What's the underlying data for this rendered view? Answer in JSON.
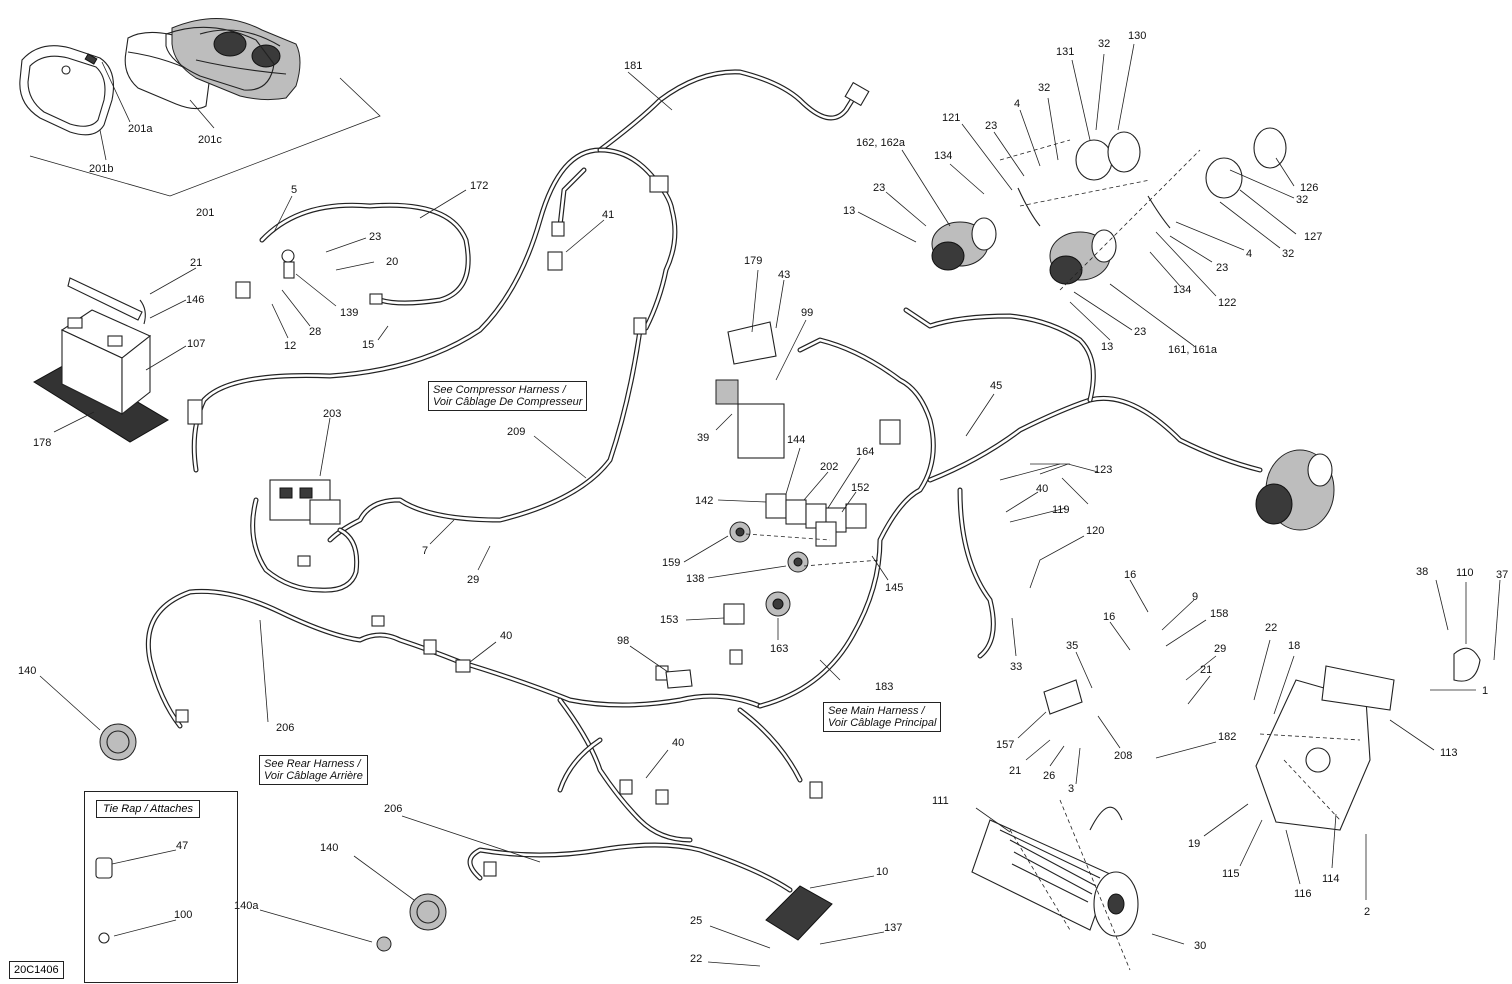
{
  "labels": {
    "l201a": "201a",
    "l201b": "201b",
    "l201c": "201c",
    "l201": "201",
    "l181": "181",
    "l172": "172",
    "l5": "5",
    "l23a": "23",
    "l20": "20",
    "l21a": "21",
    "l146": "146",
    "l139": "139",
    "l12": "12",
    "l28": "28",
    "l15": "15",
    "l107": "107",
    "l178": "178",
    "l41": "41",
    "l209": "209",
    "l203": "203",
    "l7": "7",
    "l29a": "29",
    "l179": "179",
    "l43": "43",
    "l99": "99",
    "l39": "39",
    "l144": "144",
    "l202": "202",
    "l164": "164",
    "l152": "152",
    "l142": "142",
    "l159": "159",
    "l138": "138",
    "l145": "145",
    "l163": "163",
    "l153": "153",
    "l98": "98",
    "l183": "183",
    "l40a": "40",
    "l40b": "40",
    "l40c": "40",
    "l206a": "206",
    "l206b": "206",
    "l140a": "140",
    "l140b": "140",
    "l140c": "140a",
    "l47": "47",
    "l100": "100",
    "l10": "10",
    "l25": "25",
    "l22a": "22",
    "l137": "137",
    "l162": "162, 162a",
    "l121": "121",
    "l23b": "23",
    "l4a": "4",
    "l32a": "32",
    "l131": "131",
    "l32b": "32",
    "l130": "130",
    "l134a": "134",
    "l23c": "23",
    "l13a": "13",
    "l126": "126",
    "l32c": "32",
    "l127": "127",
    "l32d": "32",
    "l4b": "4",
    "l23d": "23",
    "l134b": "134",
    "l122": "122",
    "l23e": "23",
    "l13b": "13",
    "l161": "161, 161a",
    "l45": "45",
    "l123": "123",
    "l119": "119",
    "l120": "120",
    "l33": "33",
    "l16a": "16",
    "l9": "9",
    "l158": "158",
    "l16b": "16",
    "l35": "35",
    "l29b": "29",
    "l21b": "21",
    "l157": "157",
    "l21c": "21",
    "l26": "26",
    "l3": "3",
    "l208": "208",
    "l182": "182",
    "l111": "111",
    "l30": "30",
    "l22b": "22",
    "l18": "18",
    "l38": "38",
    "l110": "110",
    "l37": "37",
    "l1": "1",
    "l113": "113",
    "l19": "19",
    "l115": "115",
    "l116": "116",
    "l114": "114",
    "l2": "2"
  },
  "notes": {
    "compressor": [
      "See Compressor Harness /",
      "Voir Câblage De Compresseur"
    ],
    "main": [
      "See Main Harness /",
      "Voir Câblage Principal"
    ],
    "rear": [
      "See Rear Harness /",
      "Voir Câblage Arrière"
    ]
  },
  "tie_box": {
    "title": "Tie Rap / Attaches"
  },
  "diagram_code": "20C1406"
}
